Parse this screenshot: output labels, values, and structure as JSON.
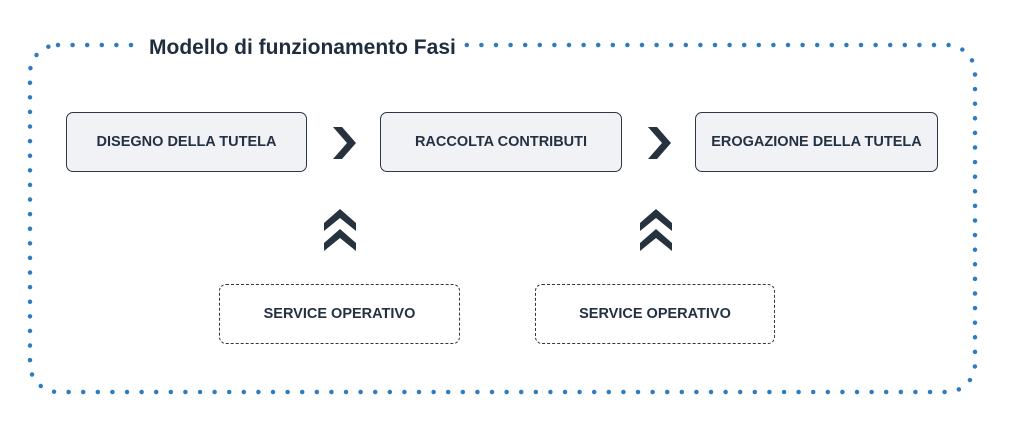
{
  "frame": {
    "title": "Modello di funzionamento Fasi",
    "border_color": "#2f7bbf"
  },
  "phases": [
    {
      "label": "DISEGNO DELLA TUTELA"
    },
    {
      "label": "RACCOLTA CONTRIBUTI"
    },
    {
      "label": "EROGAZIONE DELLA TUTELA"
    }
  ],
  "services": [
    {
      "label": "SERVICE OPERATIVO"
    },
    {
      "label": "SERVICE OPERATIVO"
    }
  ],
  "colors": {
    "box_fill": "#f1f2f6",
    "box_border": "#2c3846",
    "text": "#243142",
    "arrow": "#27323f"
  }
}
